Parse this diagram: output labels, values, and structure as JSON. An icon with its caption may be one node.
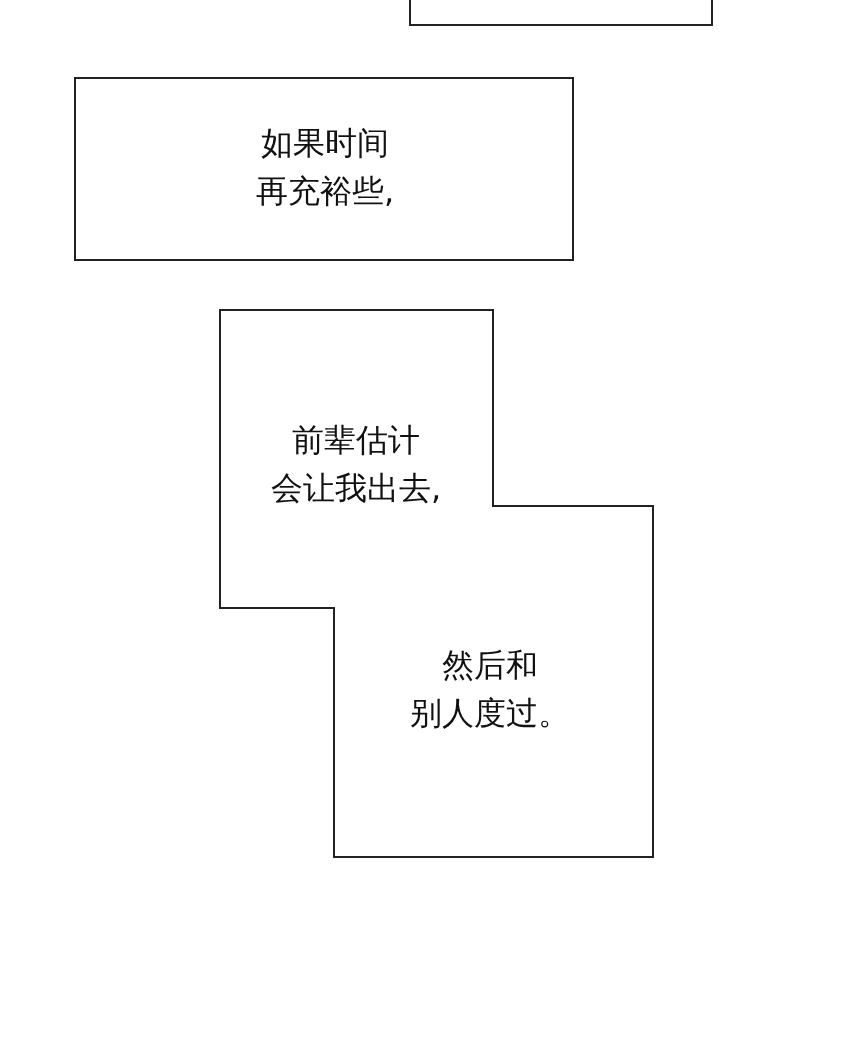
{
  "diagram": {
    "nodes": [
      {
        "text": [],
        "shape": "box"
      },
      {
        "text": [
          "如果时间再充裕些,"
        ]
      },
      {
        "text": [
          "前辈估计会让我出去,",
          "然后和别人度过。"
        ]
      }
    ]
  }
}
